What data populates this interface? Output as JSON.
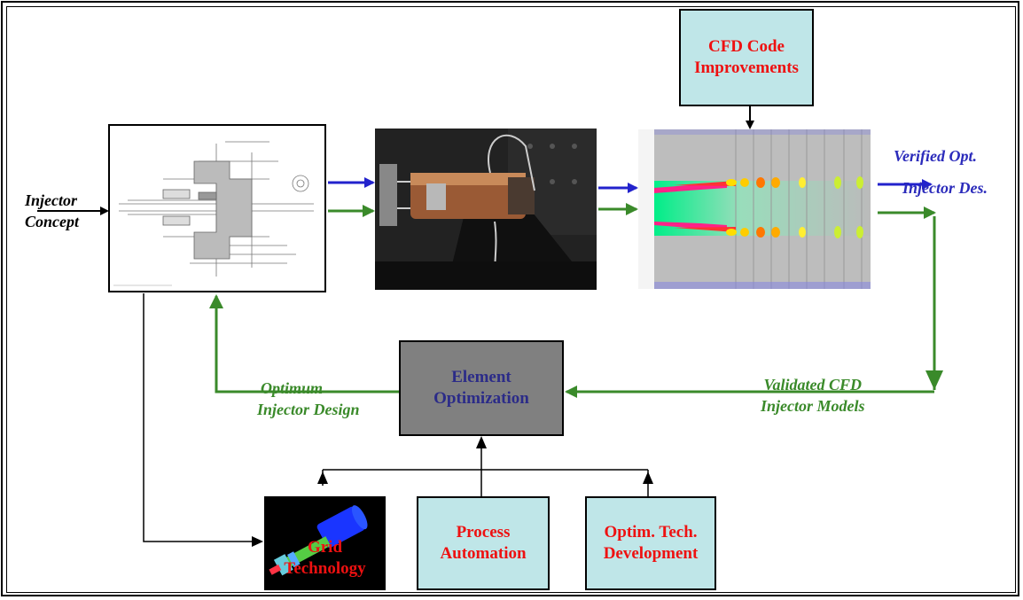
{
  "title_box": {
    "label_line1": "CFD Code",
    "label_line2": "Improvements"
  },
  "input_label": {
    "line1": "Injector",
    "line2": "Concept"
  },
  "output_label": {
    "line1": "Verified Opt.",
    "line2": "Injector Des."
  },
  "element_optimization": {
    "line1": "Element",
    "line2": "Optimization"
  },
  "optimum_label": {
    "line1": "Optimum",
    "line2": "Injector Design"
  },
  "validated_label": {
    "line1": "Validated CFD",
    "line2": "Injector Models"
  },
  "bottom_boxes": [
    {
      "line1": "Grid",
      "line2": "Technology"
    },
    {
      "line1": "Process",
      "line2": "Automation"
    },
    {
      "line1": "Optim. Tech.",
      "line2": "Development"
    }
  ],
  "colors": {
    "green_flow": "#3a8a2a",
    "blue_flow": "#2222cc",
    "box_fill": "#bfe6e8",
    "element_fill": "#808080",
    "red_text": "#ee1111"
  }
}
